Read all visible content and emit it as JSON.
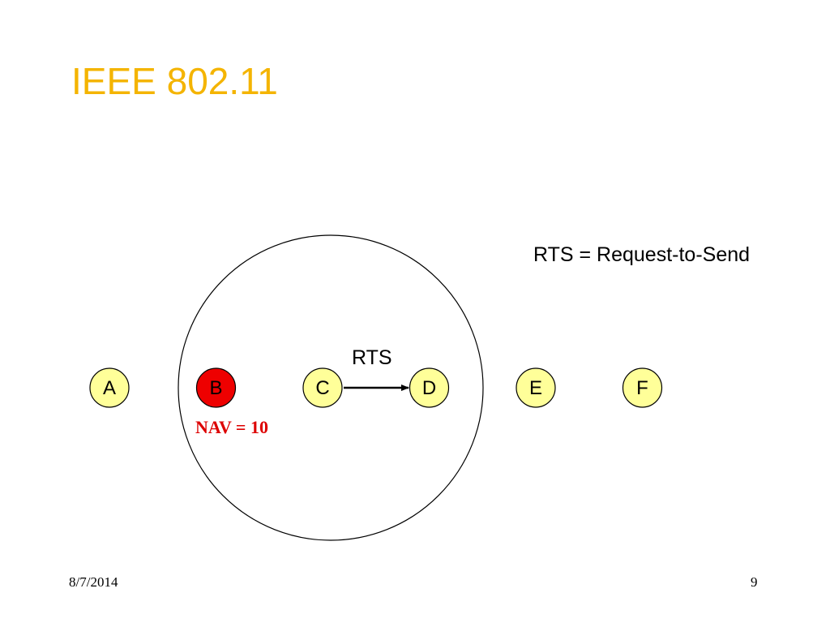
{
  "slide": {
    "title": "IEEE 802.11",
    "legend": "RTS = Request-to-Send",
    "rts_label": "RTS",
    "nav_label": "NAV = 10",
    "date": "8/7/2014",
    "page_number": "9"
  },
  "colors": {
    "title": "#f4b400",
    "node_fill": "#ffff99",
    "node_active_fill": "#ee0000",
    "nav_text": "#dd0000",
    "stroke": "#000000"
  },
  "nodes": [
    {
      "id": "A",
      "label": "A",
      "state": "normal"
    },
    {
      "id": "B",
      "label": "B",
      "state": "deferring"
    },
    {
      "id": "C",
      "label": "C",
      "state": "normal"
    },
    {
      "id": "D",
      "label": "D",
      "state": "normal"
    },
    {
      "id": "E",
      "label": "E",
      "state": "normal"
    },
    {
      "id": "F",
      "label": "F",
      "state": "normal"
    }
  ],
  "transmission": {
    "from": "C",
    "to": "D",
    "frame": "RTS"
  }
}
